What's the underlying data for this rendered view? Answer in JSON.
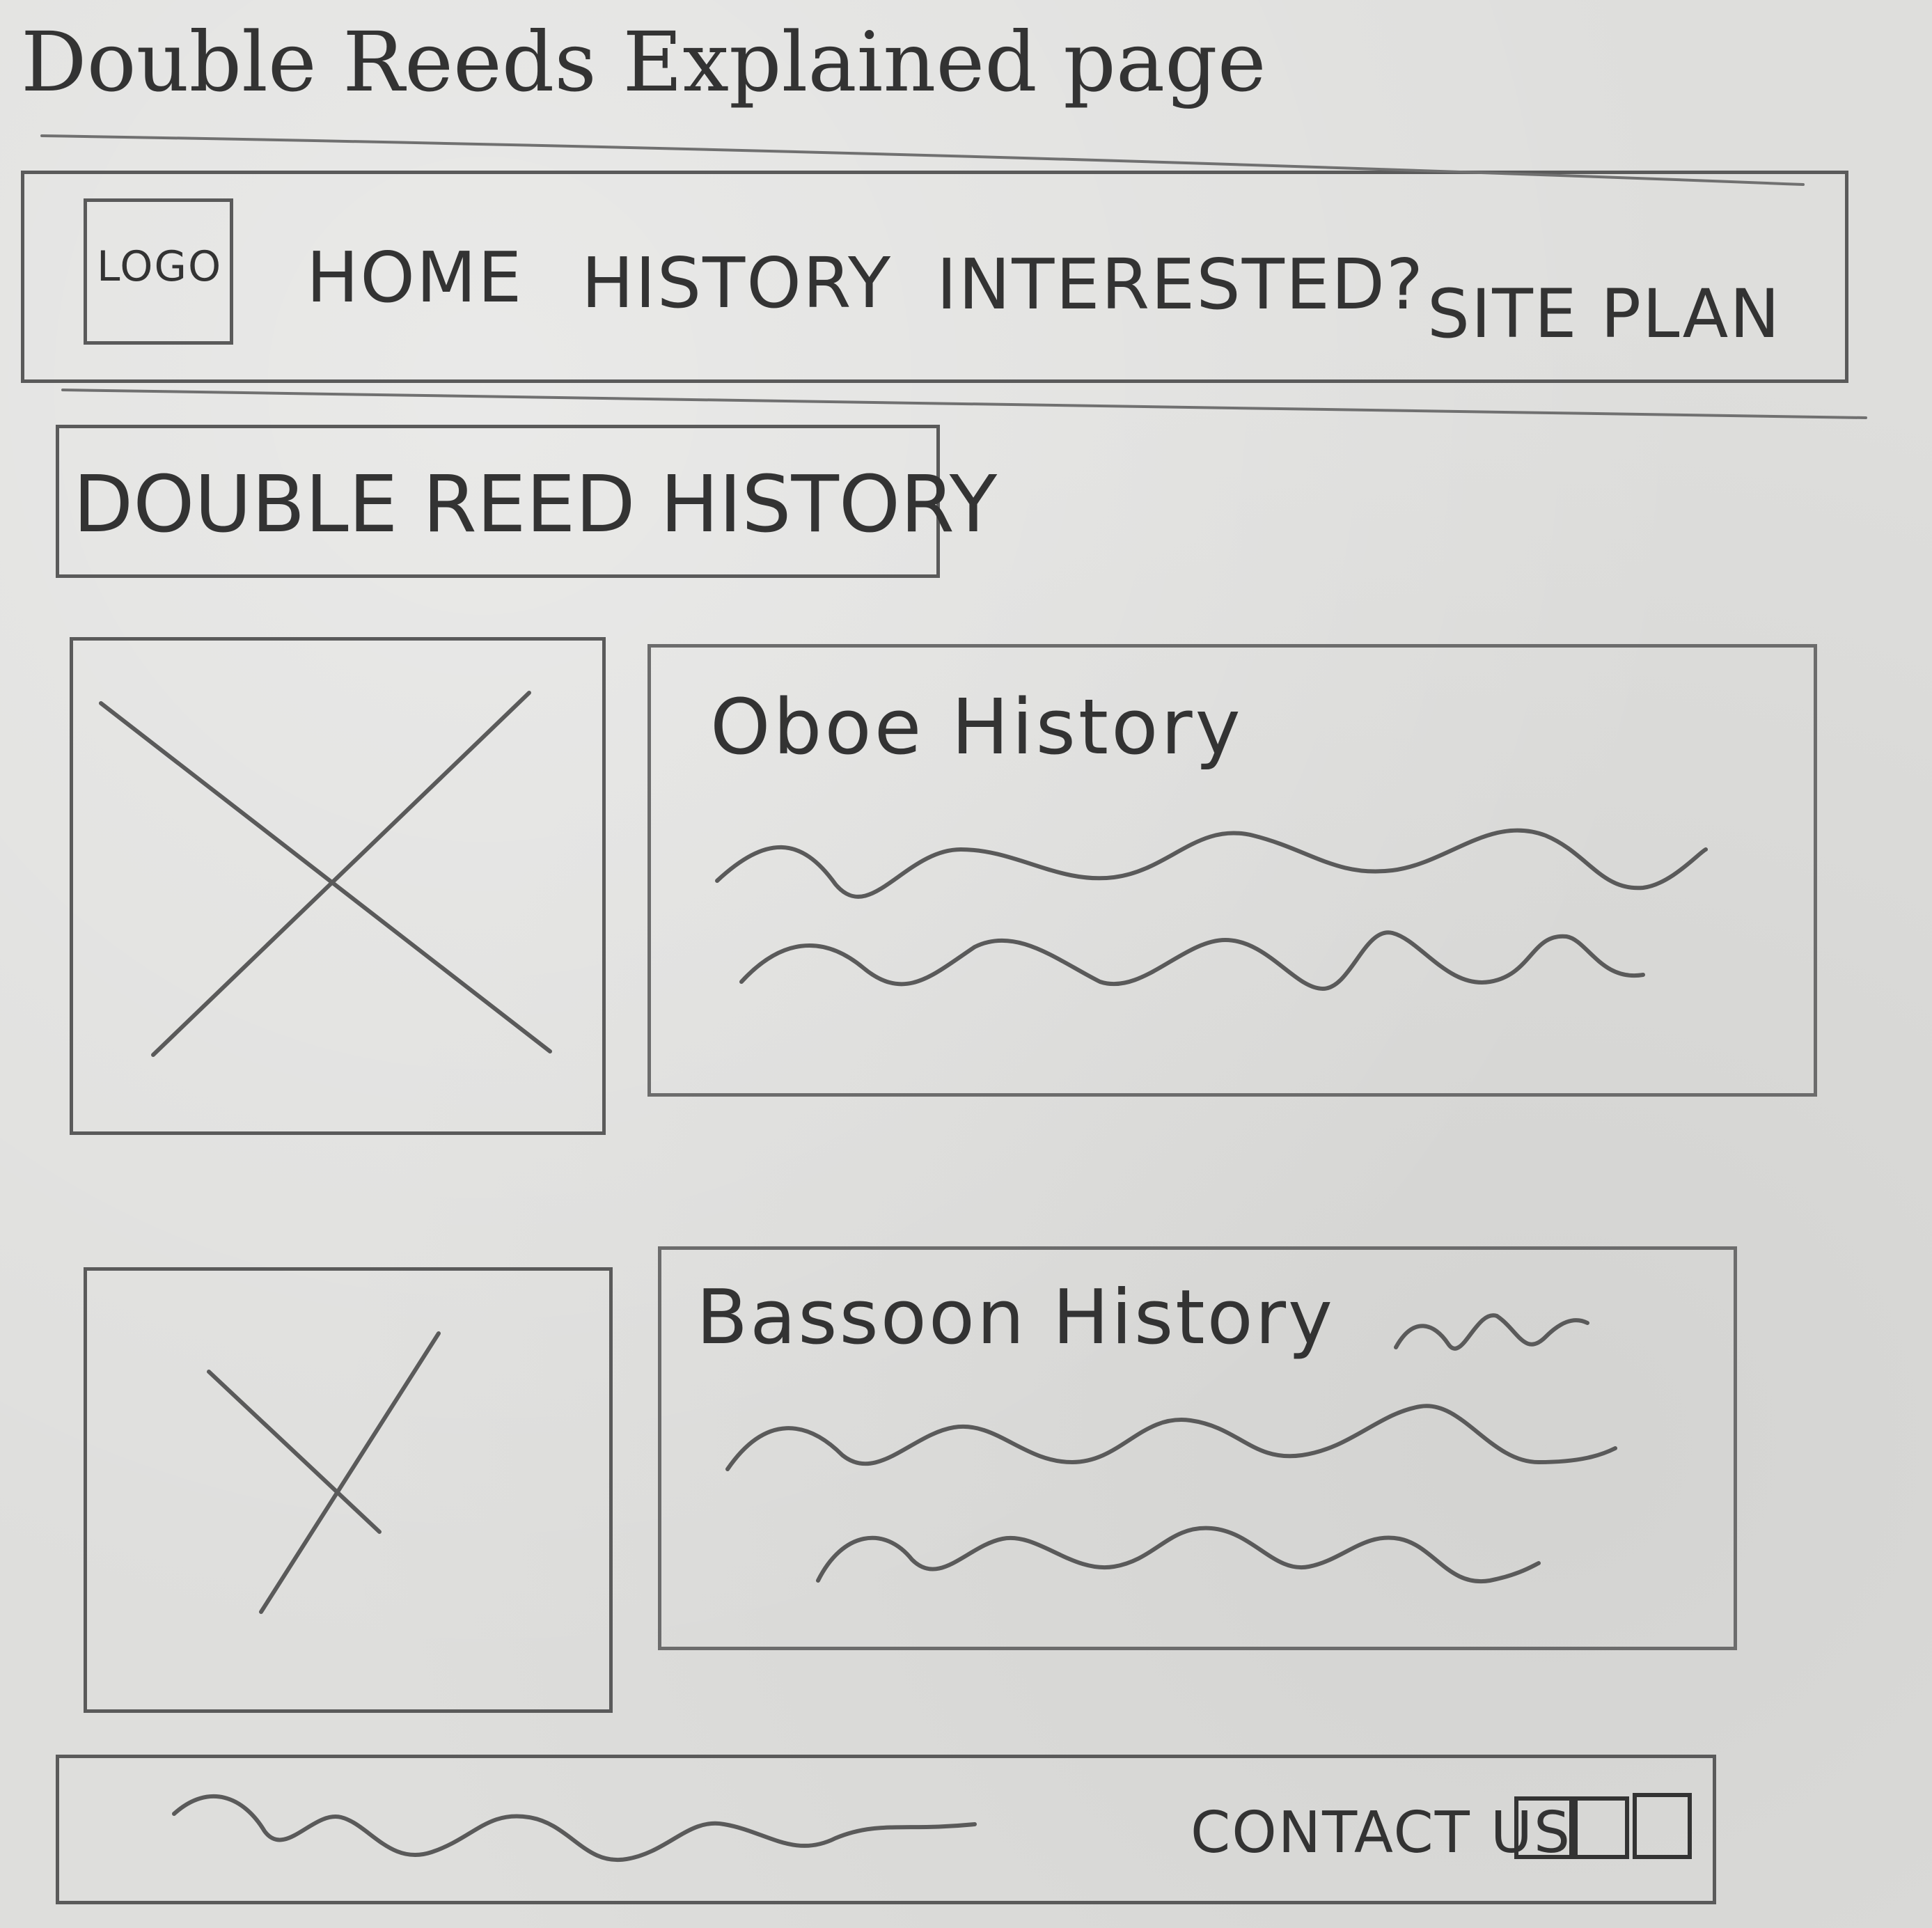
{
  "page_title": "Double Reeds Explained page",
  "header": {
    "logo_text": "LOGO",
    "nav": [
      "HOME",
      "HISTORY",
      "INTERESTED?",
      "SITE PLAN"
    ]
  },
  "main": {
    "section_title": "DOUBLE REED HISTORY",
    "cards": [
      {
        "heading": "Oboe History"
      },
      {
        "heading": "Bassoon History"
      }
    ]
  },
  "footer": {
    "contact_label": "CONTACT US"
  }
}
